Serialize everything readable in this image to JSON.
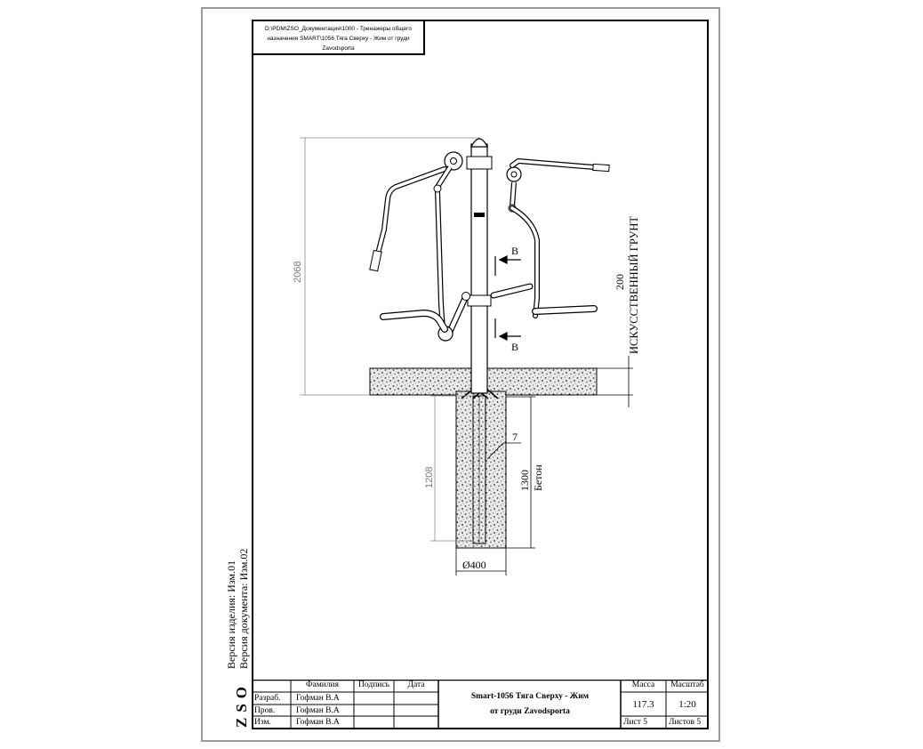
{
  "file_path_label": "D:\\PDM\\ZSO_Документация\\1000 - Тренажеры общего назначения SMART\\1056 Тяга Сверху - Жим от груди Zavodsporta",
  "dimensions": {
    "overall_height": "2068",
    "ground_layer": "200",
    "ground_label": "ИСКУССТВЕННЫЙ ГРУНТ",
    "embed_depth": "1208",
    "foundation_depth": "1300",
    "foundation_material": "Бетон",
    "foundation_diameter": "Ø400",
    "item_number": "7",
    "section_mark": "В"
  },
  "version": {
    "product": "Версия изделия: Изм.01",
    "document": "Версия документа: Изм.02"
  },
  "company_mark": "ZSO",
  "title_block": {
    "headers": {
      "surname": "Фамилия",
      "signature": "Подпись",
      "date": "Дата",
      "mass": "Масса",
      "scale": "Масштаб"
    },
    "rows": [
      {
        "role": "Разраб.",
        "name": "Гофман В.А"
      },
      {
        "role": "Пров.",
        "name": "Гофман В.А"
      },
      {
        "role": "Изм.",
        "name": "Гофман В.А"
      }
    ],
    "product_name_line1": "Smart-1056 Тяга Сверху - Жим",
    "product_name_line2": "от груди Zavodsporta",
    "mass_value": "117.3",
    "scale_value": "1:20",
    "sheet": "Лист 5",
    "sheets_total": "Листов 5"
  }
}
